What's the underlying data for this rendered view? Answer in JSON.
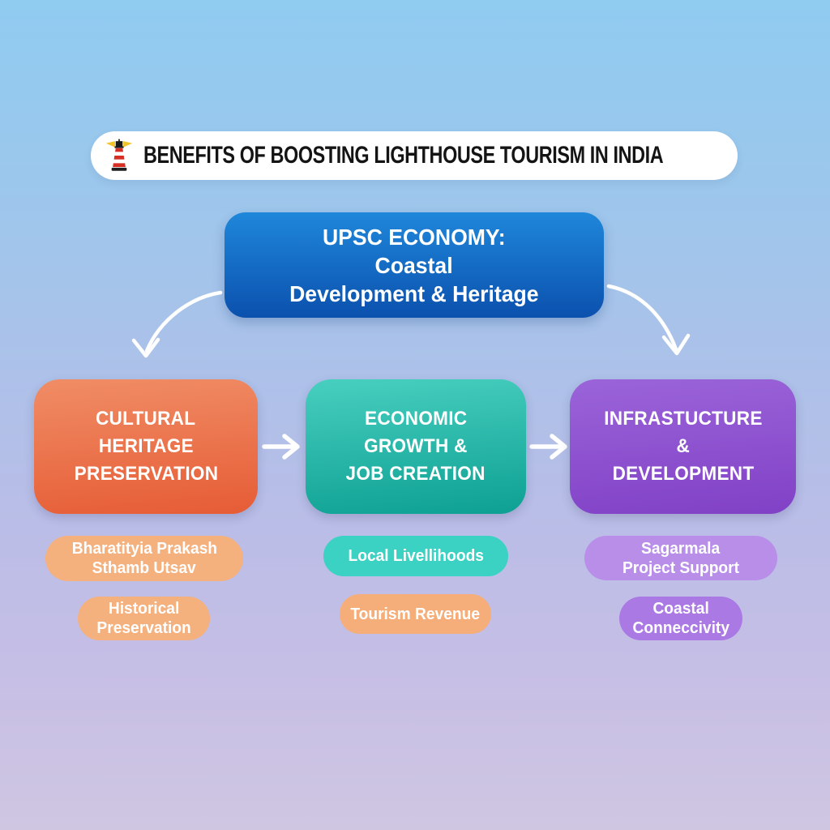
{
  "header": {
    "title": "BENEFITS OF BOOSTING LIGHTHOUSE TOURISM IN INDIA",
    "icon": "lighthouse-icon"
  },
  "root_box": {
    "lines": [
      "UPSC ECONOMY:",
      "Coastal",
      "Development & Heritage"
    ]
  },
  "branches": [
    {
      "id": "cultural-heritage-preservation",
      "title_lines": [
        "CULTURAL",
        "HERITAGE",
        "PRESERVATION"
      ],
      "tags": [
        {
          "lines": [
            "Bharatityia Prakash",
            "Sthamb Utsav"
          ]
        },
        {
          "lines": [
            "Historical",
            "Preservation"
          ]
        }
      ]
    },
    {
      "id": "economic-growth-job-creation",
      "title_lines": [
        "ECONOMIC",
        "GROWTH &",
        "JOB CREATION"
      ],
      "tags": [
        {
          "lines": [
            "Local Livellihoods"
          ]
        },
        {
          "lines": [
            "Tourism Revenue"
          ]
        }
      ]
    },
    {
      "id": "infrastructure-development",
      "title_lines": [
        "INFRASTUCTURE",
        "&",
        "DEVELOPMENT"
      ],
      "tags": [
        {
          "lines": [
            "Sagarmala",
            "Project Support"
          ]
        },
        {
          "lines": [
            "Coastal",
            "Conneccivity"
          ]
        }
      ]
    }
  ],
  "palette": {
    "background_top": "#90cbf0",
    "background_bottom": "#cfc6e2",
    "banner_bg": "#ffffff",
    "title_text": "#141414",
    "root_box_top": "#1f87da",
    "root_box_bottom": "#0b51ae",
    "branch_cultural_top": "#f08d66",
    "branch_cultural_bottom": "#e65c35",
    "branch_economic_top": "#48cfbf",
    "branch_economic_bottom": "#0da093",
    "branch_infrastructure_top": "#9b64d9",
    "branch_infrastructure_bottom": "#8141c6",
    "pill_orange": "#f4b07d",
    "pill_teal": "#3bd1c3",
    "pill_purple_light": "#b88ee9",
    "pill_purple_deep": "#aa79e3",
    "arrow_color": "#ffffff",
    "box_text": "#ffffff"
  }
}
